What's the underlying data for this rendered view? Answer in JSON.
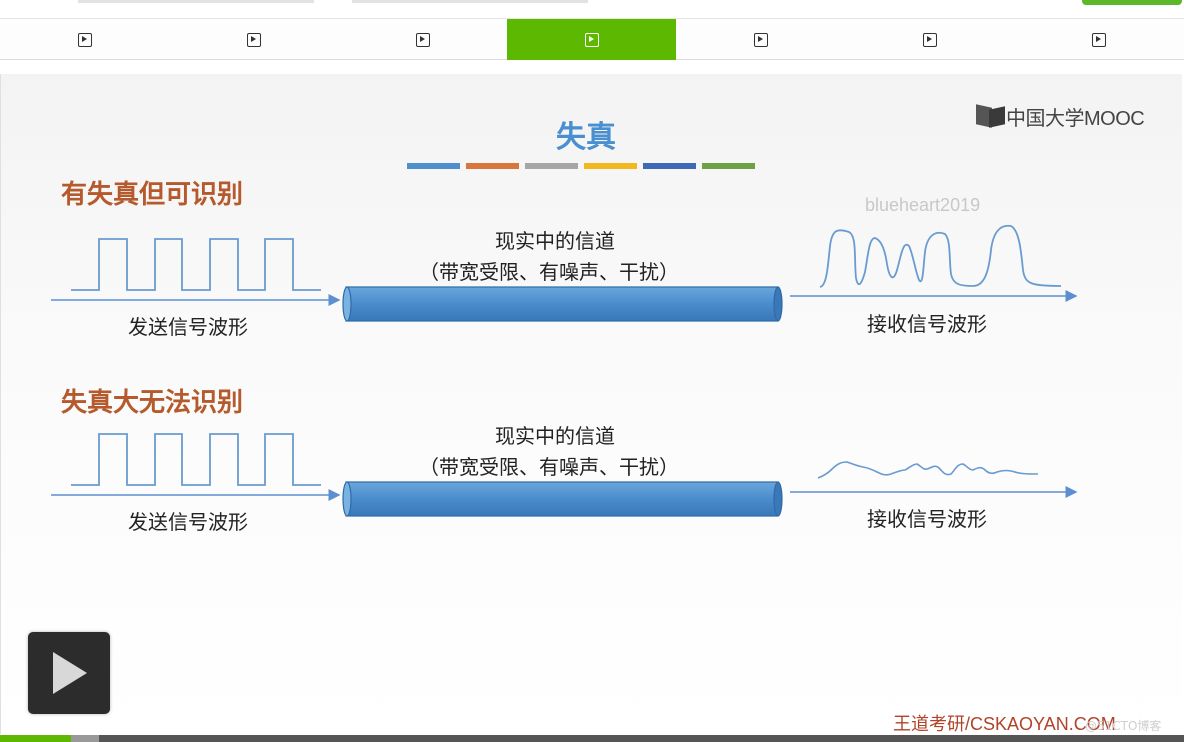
{
  "player": {
    "tabs": [
      {
        "icon": "play-icon",
        "active": false
      },
      {
        "icon": "play-icon",
        "active": false
      },
      {
        "icon": "play-icon",
        "active": false
      },
      {
        "icon": "play-icon",
        "active": true
      },
      {
        "icon": "play-icon",
        "active": false
      },
      {
        "icon": "play-icon",
        "active": false
      },
      {
        "icon": "play-icon",
        "active": false
      }
    ],
    "accent_color": "#5cb800",
    "progress_fraction": 0.06
  },
  "slide": {
    "logo_text": "中国大学MOOC",
    "title": "失真",
    "title_color": "#4a8fcf",
    "color_bars": [
      "#4e8fcd",
      "#d8763c",
      "#a6a6a6",
      "#f2b81e",
      "#3c6ab6",
      "#6ea145"
    ],
    "watermark": "blueheart2019",
    "sections": [
      {
        "heading": "有失真但可识别",
        "send_label": "发送信号波形",
        "channel_line1": "现实中的信道",
        "channel_line2": "（带宽受限、有噪声、干扰）",
        "receive_label": "接收信号波形"
      },
      {
        "heading": "失真大无法识别",
        "send_label": "发送信号波形",
        "channel_line1": "现实中的信道",
        "channel_line2": "（带宽受限、有噪声、干扰）",
        "receive_label": "接收信号波形"
      }
    ],
    "footer": "王道考研/CSKAOYAN.COM",
    "blog_mark": "@51CTO博客"
  }
}
